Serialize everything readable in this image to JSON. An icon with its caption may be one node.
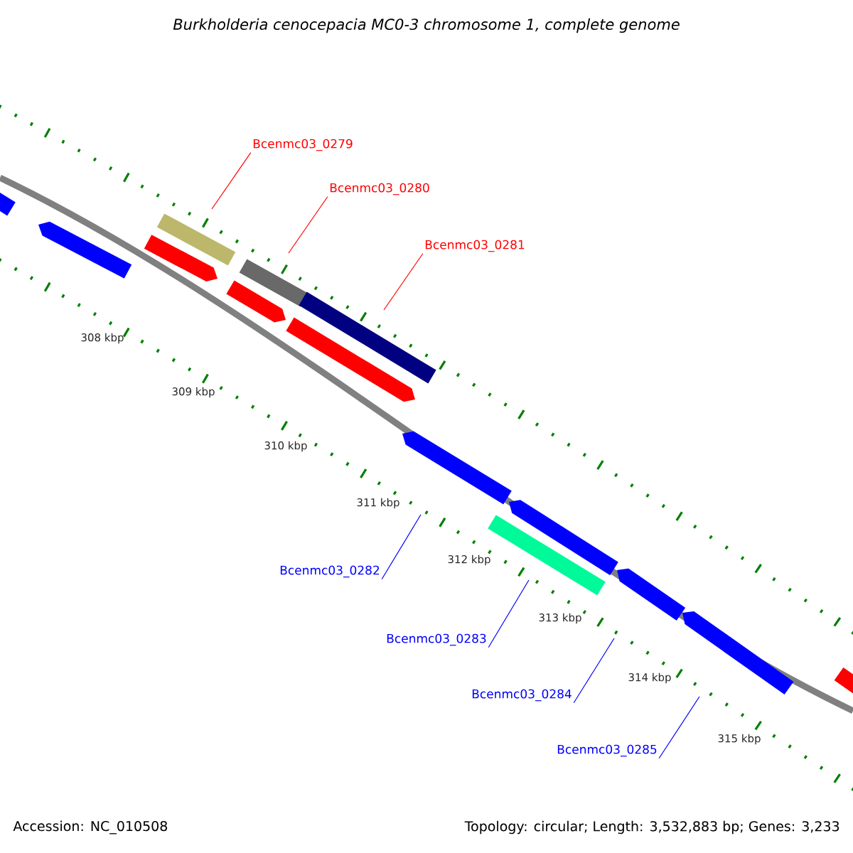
{
  "diagram": {
    "title": "Burkholderia cenocepacia MC0-3 chromosome 1, complete genome",
    "nodes": [
      {
        "text": [
          "Bcenmc03_0279"
        ]
      },
      {
        "text": [
          "Bcenmc03_0280"
        ]
      },
      {
        "text": [
          "Bcenmc03_0281"
        ]
      },
      {
        "text": [
          "Bcenmc03_0282"
        ]
      },
      {
        "text": [
          "Bcenmc03_0283"
        ]
      },
      {
        "text": [
          "Bcenmc03_0284"
        ]
      },
      {
        "text": [
          "Bcenmc03_0285"
        ]
      }
    ],
    "edges": [
      {
        "from": 0,
        "to": null,
        "arrow": "none",
        "color": "#ff0000"
      },
      {
        "from": 1,
        "to": null,
        "arrow": "none",
        "color": "#ff0000"
      },
      {
        "from": 2,
        "to": null,
        "arrow": "none",
        "color": "#ff0000"
      },
      {
        "from": 3,
        "to": null,
        "arrow": "none"
      },
      {
        "from": 4,
        "to": null,
        "arrow": "none"
      },
      {
        "from": 5,
        "to": null,
        "arrow": "none"
      },
      {
        "from": 6,
        "to": null,
        "arrow": "none"
      }
    ],
    "labels": [
      "308 kbp",
      "309 kbp",
      "310 kbp",
      "311 kbp",
      "312 kbp",
      "313 kbp",
      "314 kbp",
      "315 kbp",
      "Accession: NC_010508",
      "Topology: circular; Length: 3,532,883 bp; Genes: 3,233"
    ]
  }
}
